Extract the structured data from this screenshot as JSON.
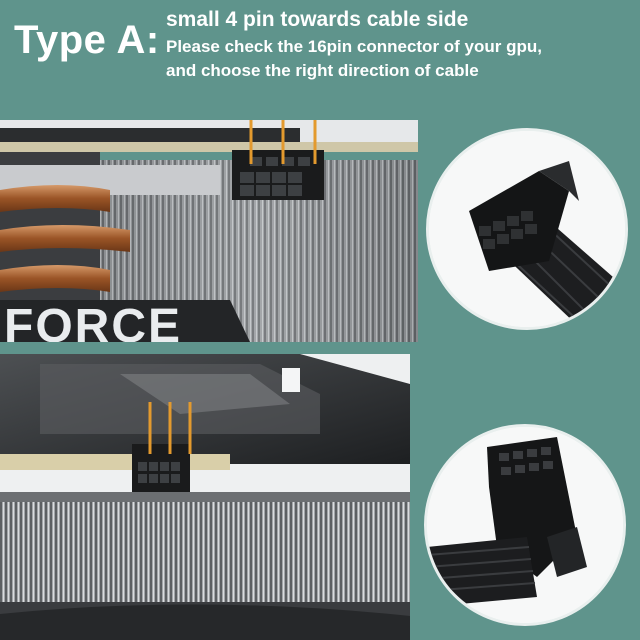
{
  "header": {
    "type_label": "Type A:",
    "line1": "small 4 pin towards cable side",
    "line2": "Please check the 16pin connector of your gpu,",
    "line3": "and choose the right direction of cable"
  },
  "top_photo": {
    "brand_text": "FORCE"
  },
  "colors": {
    "background": "#5f948c",
    "text": "#ffffff",
    "indicator_lines": "#e39a2e",
    "gpu_dark": "#1d1f21",
    "heatsink": "#8a8d90",
    "heatpipe_copper": "#b6713f"
  },
  "icons": [
    "gpu-top-photo",
    "gpu-bottom-photo",
    "connector-straight-circle",
    "connector-angled-circle"
  ]
}
